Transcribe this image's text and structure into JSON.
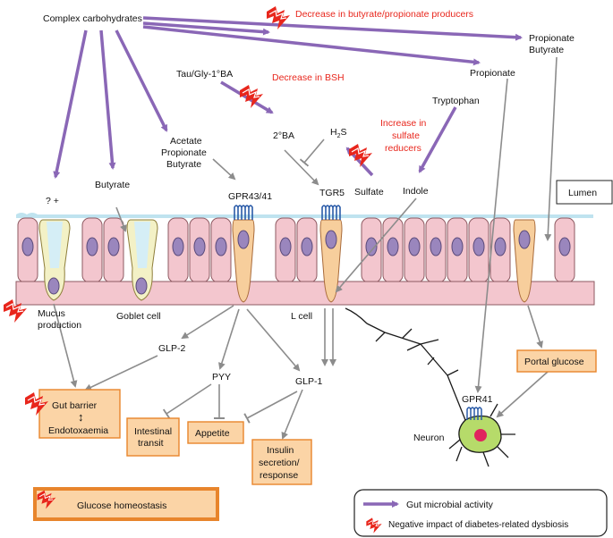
{
  "labels": {
    "complex_carbs": "Complex carbohydrates",
    "decrease_butyrate": "Decrease in butyrate/propionate producers",
    "propionate_butyrate_top_1": "Propionate",
    "propionate_butyrate_top_2": "Butyrate",
    "propionate": "Propionate",
    "tau_gly": "Tau/Gly-1°BA",
    "decrease_bsh": "Decrease in BSH",
    "tryptophan": "Tryptophan",
    "increase_sulfate_1": "Increase in",
    "increase_sulfate_2": "sulfate",
    "increase_sulfate_3": "reducers",
    "h2s_h": "H",
    "h2s_sub": "2",
    "h2s_s": "S",
    "secondary_ba": "2°BA",
    "acetate": "Acetate",
    "propionate_mid": "Propionate",
    "butyrate_mid": "Butyrate",
    "question_plus": "? +",
    "butyrate_left": "Butyrate",
    "gpr43": "GPR43/41",
    "tgr5": "TGR5",
    "sulfate": "Sulfate",
    "indole": "Indole",
    "lumen": "Lumen",
    "mucus_1": "Mucus",
    "mucus_2": "production",
    "goblet": "Goblet cell",
    "l_cell": "L cell",
    "glp2": "GLP-2",
    "pyy": "PYY",
    "glp1": "GLP-1",
    "gut_barrier": "Gut barrier",
    "endotox": "Endotoxaemia",
    "intestinal_1": "Intestinal",
    "intestinal_2": "transit",
    "appetite": "Appetite",
    "insulin_1": "Insulin",
    "insulin_2": "secretion/",
    "insulin_3": "response",
    "portal": "Portal glucose",
    "gpr41": "GPR41",
    "neuron": "Neuron",
    "glucose_homeo": "Glucose homeostasis",
    "legend_gut": "Gut microbial activity",
    "legend_neg": "Negative impact of diabetes-related dysbiosis"
  },
  "colors": {
    "purple_arrow": "#8a67b6",
    "grey_arrow": "#8c8c8c",
    "red_text": "#e8261c",
    "cell_fill": "#f3c6ce",
    "cell_edge": "#8e5a62",
    "nucleus": "#9a86bd",
    "goblet_fill": "#f3f1c6",
    "lcell_fill": "#f7ce9c",
    "box_fill": "#fbd4a6",
    "box_edge": "#e8852c",
    "bolt": "#e8261c",
    "neuron_fill": "#b6db6a",
    "receptor": "#2a5ba8"
  }
}
